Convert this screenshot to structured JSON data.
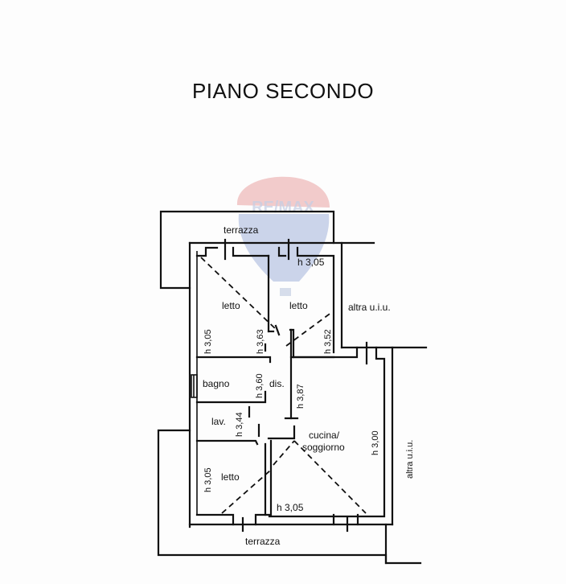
{
  "title": "PIANO SECONDO",
  "watermark": {
    "brand": "RE/MAX",
    "colors": {
      "top": "#e8a0a0",
      "bottom": "#9fb2db"
    }
  },
  "rooms": [
    {
      "id": "letto-1",
      "label": "letto",
      "height": "h 3,05"
    },
    {
      "id": "letto-2",
      "label": "letto",
      "height": "h 3,63"
    },
    {
      "id": "letto-2b",
      "label": "",
      "height": "h 3,52"
    },
    {
      "id": "bagno",
      "label": "bagno",
      "height": "h 3,60"
    },
    {
      "id": "dis",
      "label": "dis.",
      "height": "h 3,87"
    },
    {
      "id": "lav",
      "label": "lav.",
      "height": "h 3,44"
    },
    {
      "id": "letto-3",
      "label": "letto",
      "height": "h 3,05"
    },
    {
      "id": "cucina",
      "label": "cucina/",
      "label2": "soggiorno",
      "height": "h 3,00",
      "height2": "h 3,05"
    }
  ],
  "labels": {
    "terrazza_top": "terrazza",
    "terrazza_bottom": "terrazza",
    "altra_uiu_1": "altra u.i.u.",
    "altra_uiu_2": "altra u.i.u.",
    "h_top_right": "h 3,05"
  }
}
